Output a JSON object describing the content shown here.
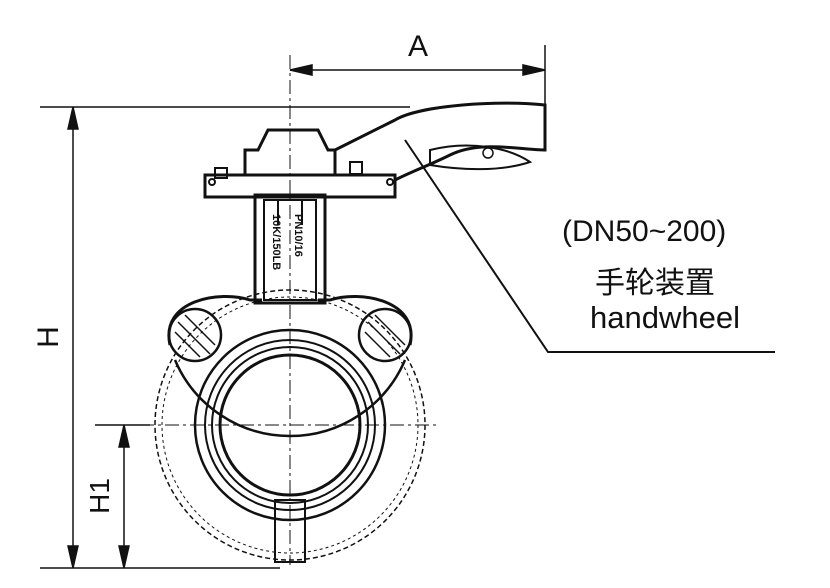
{
  "diagram": {
    "dimensions": {
      "a": "A",
      "h": "H",
      "h1": "H1"
    },
    "neck_marking": {
      "line1": "10K/150LB",
      "line2": "PN10/16"
    },
    "callout": {
      "range": "(DN50~200)",
      "chinese": "手轮装置",
      "english": "handwheel"
    },
    "colors": {
      "ink": "#111111",
      "background": "#ffffff"
    }
  }
}
